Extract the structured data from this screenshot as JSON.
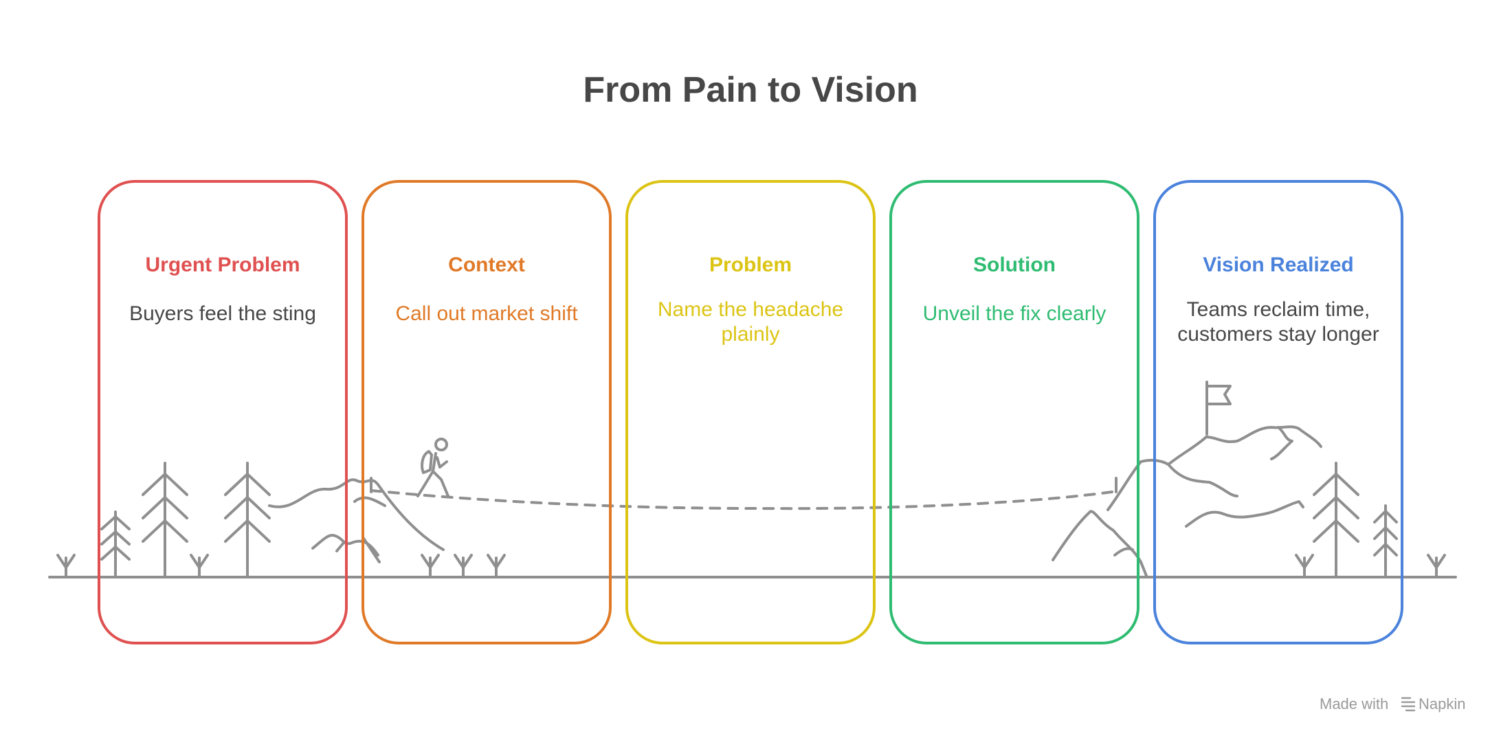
{
  "title": "From Pain to Vision",
  "colors": {
    "urgent": "#e05050",
    "context": "#e07a28",
    "problem": "#dcc414",
    "solution": "#2fbc72",
    "vision": "#4a82dc",
    "text_dark": "#474747",
    "art_gray": "#8f8f8f"
  },
  "stages": [
    {
      "heading": "Urgent Problem",
      "description_lines": [
        "Buyers feel the sting"
      ],
      "color": "#e05050",
      "description_color": "#474747"
    },
    {
      "heading": "Context",
      "description_lines": [
        "Call out market shift"
      ],
      "color": "#e07a28",
      "description_color": "#e07a28"
    },
    {
      "heading": "Problem",
      "description_lines": [
        "Name the headache",
        "plainly"
      ],
      "color": "#dcc414",
      "description_color": "#dcc414"
    },
    {
      "heading": "Solution",
      "description_lines": [
        "Unveil the fix clearly"
      ],
      "color": "#2fbc72",
      "description_color": "#2fbc72"
    },
    {
      "heading": "Vision Realized",
      "description_lines": [
        "Teams reclaim time,",
        "customers stay longer"
      ],
      "color": "#4a82dc",
      "description_color": "#474747"
    }
  ],
  "footer": {
    "made_with": "Made with",
    "brand": "Napkin",
    "brand_icon": "napkin-logo-icon"
  },
  "illustration": {
    "icons": [
      "ground-line",
      "tree-icon",
      "sprout-icon",
      "hill-icon",
      "hiker-icon",
      "path-line",
      "mountain-icon",
      "flag-icon"
    ]
  }
}
